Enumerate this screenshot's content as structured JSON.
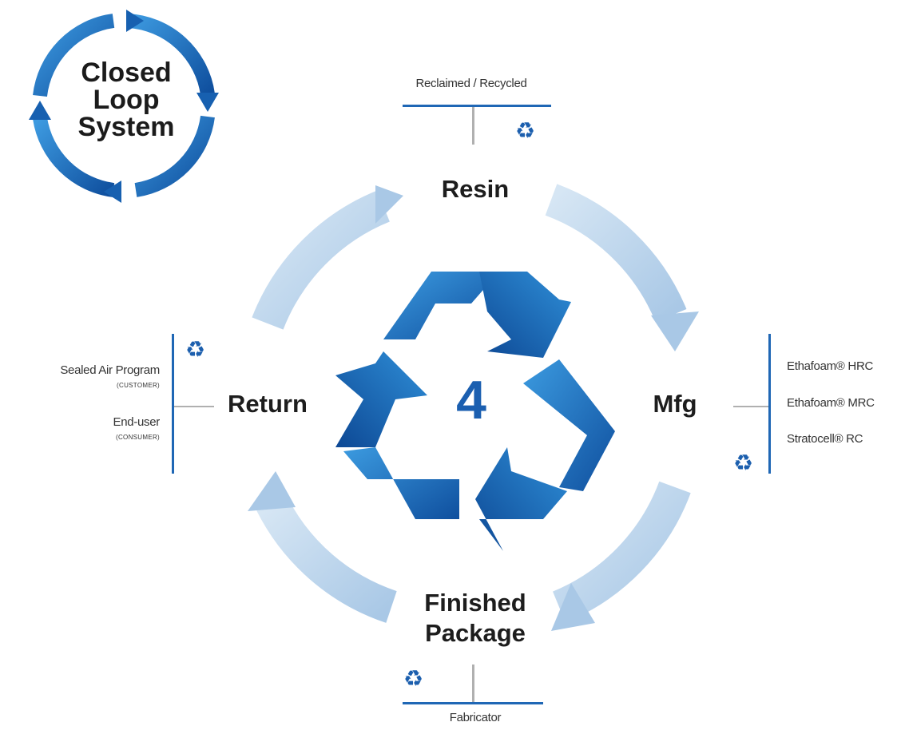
{
  "badge": {
    "line1": "Closed",
    "line2": "Loop",
    "line3": "System"
  },
  "center_number": "4",
  "stages": {
    "resin": "Resin",
    "mfg": "Mfg",
    "finished_line1": "Finished",
    "finished_line2": "Package",
    "return": "Return"
  },
  "resin_note": "Reclaimed / Recycled",
  "mfg_products": [
    "Ethafoam® HRC",
    "Ethafoam® MRC",
    "Stratocell® RC"
  ],
  "return_notes": [
    {
      "label": "Sealed Air Program",
      "sub": "(CUSTOMER)"
    },
    {
      "label": "End-user",
      "sub": "(CONSUMER)"
    }
  ],
  "finished_note": "Fabricator",
  "icon_names": [
    "recycle-icon",
    "cycle-arrow-icon"
  ],
  "colors": {
    "dark_blue": "#1c5fae",
    "light_blue": "#b9d3ea",
    "line_blue": "#1f67b5"
  }
}
